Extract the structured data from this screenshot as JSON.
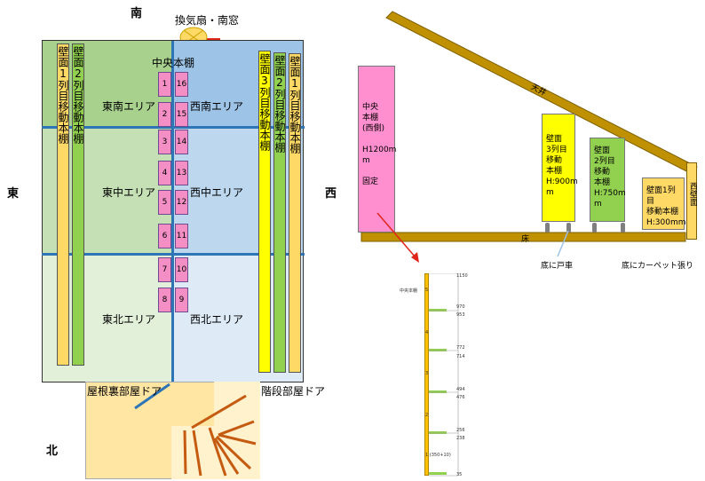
{
  "floor_plan": {
    "directions": {
      "south": "南",
      "north": "北",
      "east": "東",
      "west": "西"
    },
    "fan_window": "換気扇・南窓",
    "center_shelf_title": "中央本棚",
    "areas": {
      "southeast": "東南エリア",
      "southwest": "西南エリア",
      "middle_east": "東中エリア",
      "middle_west": "西中エリア",
      "northeast": "東北エリア",
      "northwest": "西北エリア"
    },
    "shelf_numbers_left": [
      "1",
      "2",
      "3",
      "4",
      "5",
      "6",
      "7",
      "8"
    ],
    "shelf_numbers_right": [
      "16",
      "15",
      "14",
      "13",
      "12",
      "11",
      "10",
      "9"
    ],
    "wall_shelves_east": [
      "壁面1列目移動本棚",
      "壁面2列目移動本棚"
    ],
    "wall_shelves_west": [
      "壁面3列目移動本棚",
      "壁面2列目移動本棚",
      "壁面1列目移動本棚"
    ],
    "attic_door": "屋根裏部屋ドア",
    "stair_door": "階段部屋ドア"
  },
  "section": {
    "ceiling": "天井",
    "floor": "床",
    "west_wall": "西壁面",
    "center_shelf": "中央\n本棚\n(西側)\n\nH1200m\nm\n\n固定",
    "wall3": "壁面\n3列目\n移動\n本棚\nH:900m\nm",
    "wall2": "壁面\n2列目\n移動\n本棚\nH:750m\nm",
    "wall1": "壁面1列目\n移動本棚\nH:300mm",
    "caster_note": "底に戸車",
    "carpet_note": "底にカーペット張り"
  },
  "detail": {
    "title": "中央本棚",
    "levels": [
      "1150",
      "970",
      "953",
      "772",
      "714",
      "494",
      "476",
      "256",
      "238",
      "35"
    ],
    "shelf_labels": [
      "5",
      "4",
      "3",
      "2",
      "1 (350+10)"
    ]
  },
  "colors": {
    "se": "#a9d18e",
    "sw": "#9dc3e6",
    "me": "#c5e0b4",
    "mw": "#bdd7ee",
    "ne": "#e2f0d9",
    "nw": "#deebf7",
    "pink": "#f48fc5",
    "beam": "#bf9000",
    "yellow": "#ffff00",
    "green": "#92d050",
    "orange": "#ffd966",
    "blue": "#2e75b6"
  }
}
